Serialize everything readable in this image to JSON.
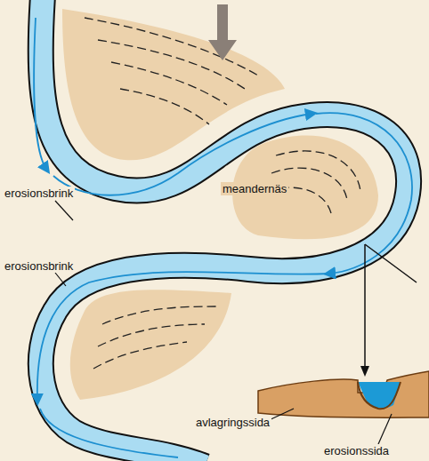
{
  "diagram": {
    "labels": [
      "erosionsbrink",
      "erosionsbrink",
      "meandernäs",
      "avlagringssida",
      "erosionssida"
    ]
  }
}
